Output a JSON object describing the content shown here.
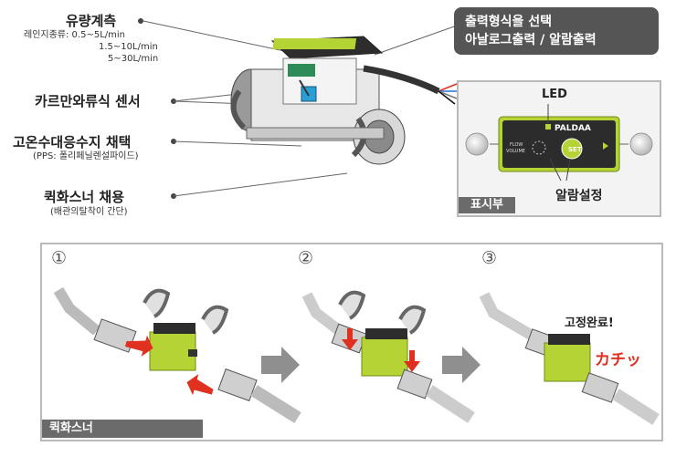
{
  "features": [
    {
      "title": "유량계측",
      "sub": [
        "레인지종류:    0.5~5L/min",
        "1.5~10L/min",
        "5~30L/min"
      ]
    },
    {
      "title": "카르만와류식 센서",
      "sub": []
    },
    {
      "title": "고온수대응수지 채택",
      "sub": [
        "(PPS: 폴리페닐렌설파이드)"
      ]
    },
    {
      "title": "퀵화스너 채용",
      "sub": [
        "(배관의탈착이 간단)"
      ]
    }
  ],
  "callout": {
    "line1": "출력형식을 선택",
    "line2": "아날로그출력 / 알람출력"
  },
  "display_panel": {
    "caption": "표시부",
    "led_label": "LED",
    "alarm_label": "알람설정",
    "brand": "PALDAA",
    "flow_label": "FLOW",
    "volume_label": "VOLUME",
    "set_label": "SET"
  },
  "quick_fastener": {
    "caption": "퀵화스너",
    "steps": [
      "①",
      "②",
      "③"
    ],
    "done_text": "고정완료!",
    "click_sound": "カチッ"
  },
  "colors": {
    "sensor_green": "#b5d335",
    "arrow_red": "#e03020",
    "callout_bg": "#555555",
    "panel_tag": "#6b6b6b"
  }
}
